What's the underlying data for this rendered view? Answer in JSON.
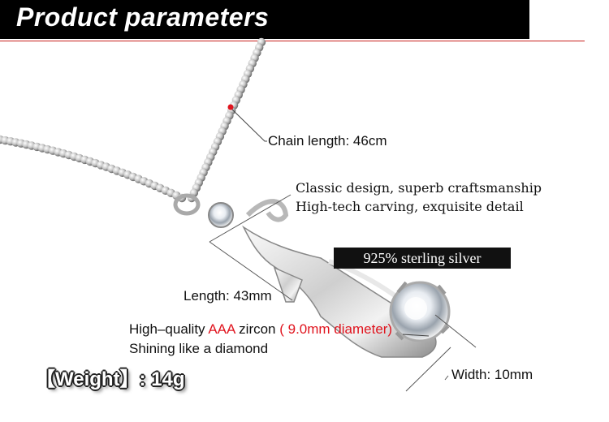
{
  "header": {
    "title": "Product parameters"
  },
  "annotations": {
    "chain_length": "Chain length: 46cm",
    "design_line1": "Classic design, superb craftsmanship",
    "design_line2": "High-tech carving, exquisite detail",
    "material": "925% sterling silver",
    "length": "Length: 43mm",
    "zircon_prefix": "High–quality ",
    "zircon_grade": "AAA",
    "zircon_mid": " zircon ",
    "zircon_diameter": "( 9.0mm diameter)",
    "shine": "Shining like a diamond",
    "width": "Width:  10mm",
    "weight": "【Weight】: 14g"
  },
  "colors": {
    "accent": "#e0141e",
    "header_bg": "#000000",
    "rule": "#c8211e"
  }
}
